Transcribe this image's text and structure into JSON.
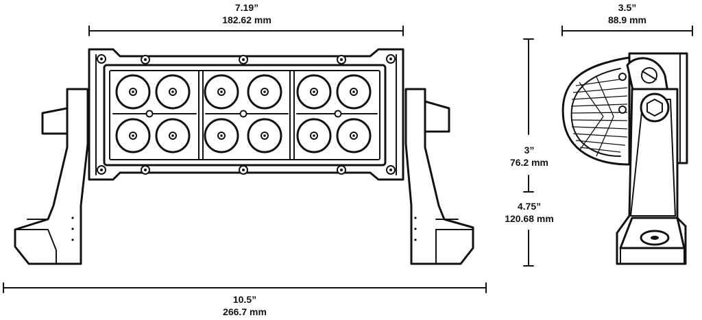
{
  "dimensions": {
    "top_width": {
      "imperial": "7.19”",
      "metric": "182.62 mm"
    },
    "side_depth": {
      "imperial": "3.5”",
      "metric": "88.9 mm"
    },
    "light_height": {
      "imperial": "3”",
      "metric": "76.2 mm"
    },
    "total_height": {
      "imperial": "4.75”",
      "metric": "120.68 mm"
    },
    "total_width": {
      "imperial": "10.5”",
      "metric": "266.7 mm"
    }
  },
  "colors": {
    "ink": "#111111",
    "background": "#ffffff"
  }
}
